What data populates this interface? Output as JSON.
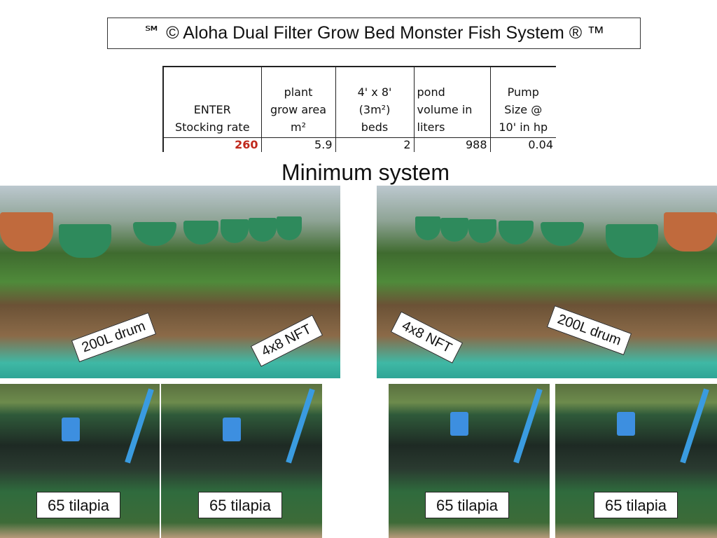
{
  "title": "℠ © Aloha Dual Filter Grow Bed Monster Fish System ® ™",
  "table": {
    "headers": [
      [
        "ENTER",
        "Stocking rate"
      ],
      [
        "plant",
        "grow area",
        "m²"
      ],
      [
        "4' x 8'",
        "(3m²)",
        "beds"
      ],
      [
        "pond",
        "volume in",
        "liters"
      ],
      [
        "Pump",
        "Size @",
        "10' in hp"
      ]
    ],
    "values": [
      "260",
      "5.9",
      "2",
      "988",
      "0.04"
    ]
  },
  "subtitle": "Minimum system",
  "photos": {
    "left": {
      "drum_label": "200L drum",
      "nft_label": "4x8 NFT"
    },
    "right": {
      "drum_label": "200L drum",
      "nft_label": "4x8 NFT"
    },
    "tanks": [
      "65 tilapia",
      "65 tilapia",
      "65 tilapia",
      "65 tilapia"
    ]
  },
  "colors": {
    "accent_red": "#c0281c"
  }
}
